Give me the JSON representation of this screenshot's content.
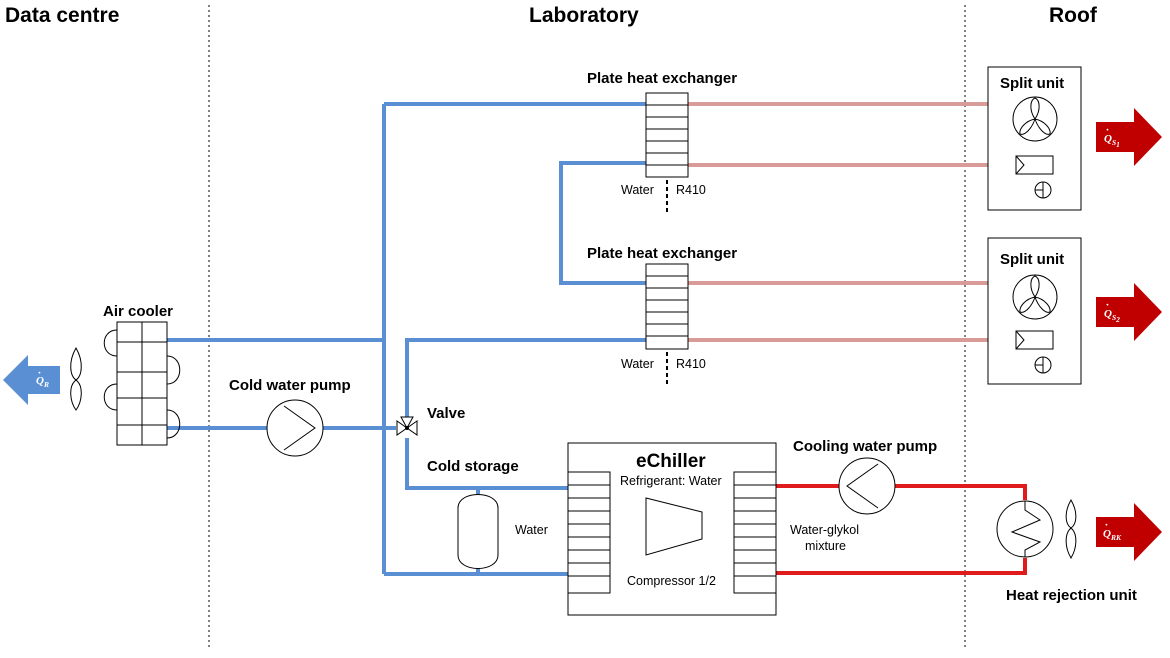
{
  "zones": {
    "data_centre": "Data centre",
    "laboratory": "Laboratory",
    "roof": "Roof"
  },
  "components": {
    "air_cooler": "Air cooler",
    "cold_water_pump": "Cold water pump",
    "valve": "Valve",
    "cold_storage": "Cold storage",
    "plate_hx_1": "Plate heat exchanger",
    "plate_hx_2": "Plate heat exchanger",
    "split_unit_1": "Split unit",
    "split_unit_2": "Split unit",
    "echiller": "eChiller",
    "refrigerant": "Refrigerant: Water",
    "compressor": "Compressor 1/2",
    "cooling_water_pump": "Cooling water pump",
    "heat_rejection_unit": "Heat rejection unit"
  },
  "fluids": {
    "hx1_water": "Water",
    "hx1_refrigerant": "R410",
    "hx2_water": "Water",
    "hx2_refrigerant": "R410",
    "chiller_water": "Water",
    "glycol_line1": "Water-glykol",
    "glycol_line2": "mixture"
  },
  "heat_flows": {
    "q_r": {
      "symbol": "Q",
      "sub": "R"
    },
    "q_s1": {
      "symbol": "Q",
      "sub": "S",
      "subsub": "1"
    },
    "q_s2": {
      "symbol": "Q",
      "sub": "S",
      "subsub": "2"
    },
    "q_rk": {
      "symbol": "Q",
      "sub": "RK"
    }
  },
  "colors": {
    "cold_water": "#5b8fd3",
    "cooling_water": "#e01b1b",
    "refrigerant_line": "#d99b97",
    "heat_arrow_red": "#c00000",
    "heat_arrow_blue": "#5b8fd3"
  }
}
